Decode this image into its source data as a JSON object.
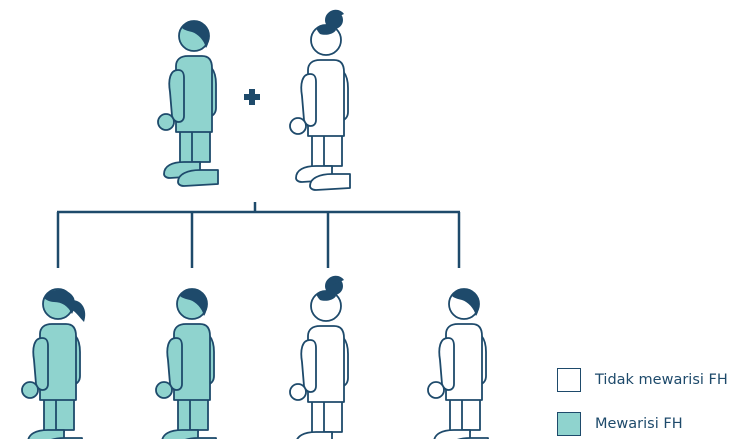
{
  "colors": {
    "inherited_fill": "#8fd3ce",
    "not_inherited_fill": "#ffffff",
    "outline": "#1e4a6b",
    "hair": "#1e4a6b"
  },
  "parents": {
    "father": {
      "status": "inherited"
    },
    "plus_sign": "+",
    "mother": {
      "status": "not_inherited"
    }
  },
  "children": [
    {
      "gender": "female",
      "status": "inherited"
    },
    {
      "gender": "male",
      "status": "inherited"
    },
    {
      "gender": "female",
      "status": "not_inherited"
    },
    {
      "gender": "male",
      "status": "not_inherited"
    }
  ],
  "legend": {
    "not_inherited": "Tidak mewarisi FH",
    "inherited": "Mewarisi FH"
  }
}
